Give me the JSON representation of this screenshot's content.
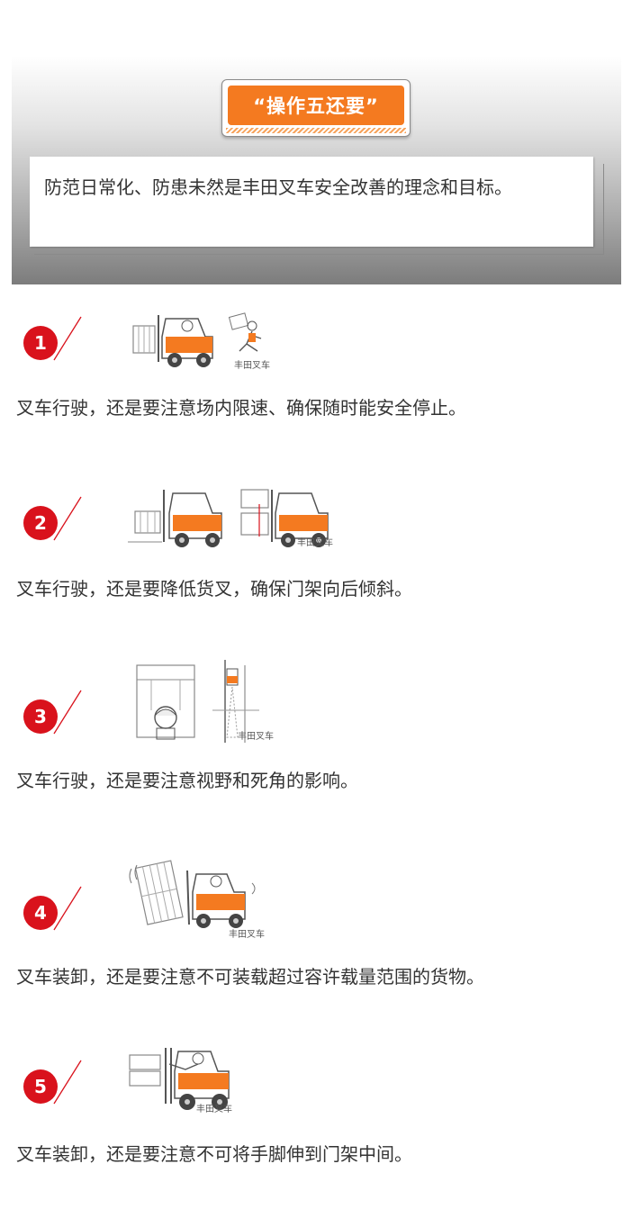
{
  "header": {
    "title": "“操作五还要”",
    "intro": "防范日常化、防患未然是丰田叉车安全改善的理念和目标。"
  },
  "items": [
    {
      "num": "1",
      "caption": "叉车行驶，还是要注意场内限速、确保随时能安全停止。",
      "watermark": "丰田叉车"
    },
    {
      "num": "2",
      "caption": "叉车行驶，还是要降低货叉，确保门架向后倾斜。",
      "watermark": "丰田叉车"
    },
    {
      "num": "3",
      "caption": "叉车行驶，还是要注意视野和死角的影响。",
      "watermark": "丰田叉车"
    },
    {
      "num": "4",
      "caption": "叉车装卸，还是要注意不可装载超过容许载量范围的货物。",
      "watermark": "丰田叉车"
    },
    {
      "num": "5",
      "caption": "叉车装卸，还是要注意不可将手脚伸到门架中间。",
      "watermark": "丰田叉车"
    }
  ],
  "colors": {
    "accent_orange": "#f47a20",
    "badge_red": "#d9121c",
    "text": "#333333"
  }
}
